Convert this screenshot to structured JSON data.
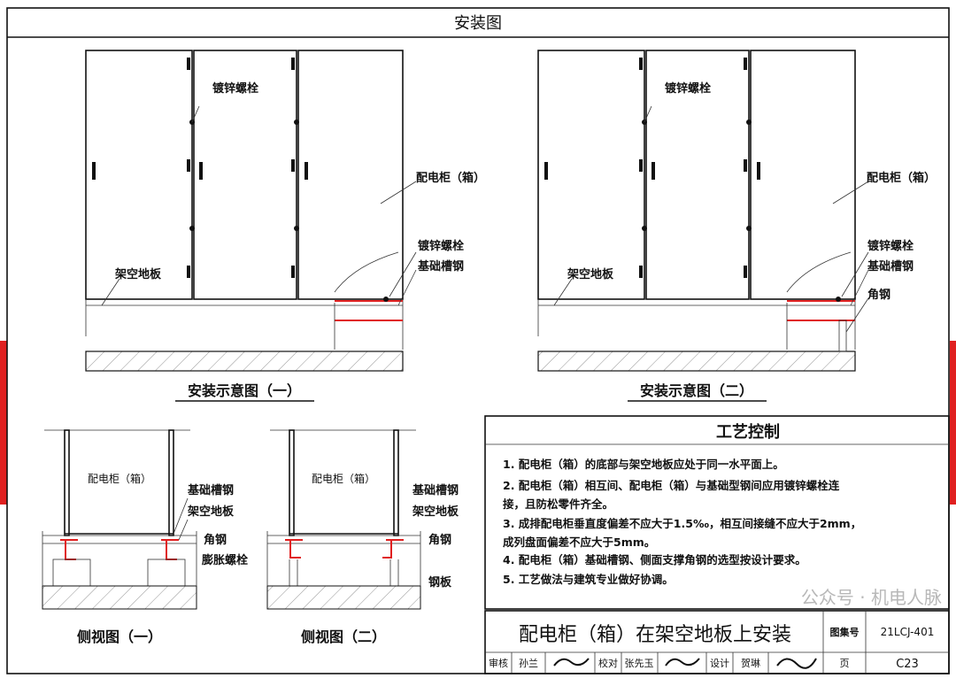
{
  "header": {
    "title": "安装图"
  },
  "elevation1": {
    "caption": "安装示意图（一）",
    "labels": {
      "bolt_top": "镀锌螺栓",
      "cabinet": "配电柜（箱）",
      "bolt_bottom": "镀锌螺栓",
      "channel": "基础槽钢",
      "raised_floor": "架空地板"
    }
  },
  "elevation2": {
    "caption": "安装示意图（二）",
    "labels": {
      "bolt_top": "镀锌螺栓",
      "cabinet": "配电柜（箱）",
      "bolt_bottom": "镀锌螺栓",
      "channel": "基础槽钢",
      "angle": "角钢",
      "raised_floor": "架空地板"
    }
  },
  "side1": {
    "caption": "侧视图（一）",
    "labels": {
      "cabinet": "配电柜（箱）",
      "channel": "基础槽钢",
      "raised_floor": "架空地板",
      "angle": "角钢",
      "anchor": "膨胀螺栓"
    }
  },
  "side2": {
    "caption": "侧视图（二）",
    "labels": {
      "cabinet": "配电柜（箱）",
      "channel": "基础槽钢",
      "raised_floor": "架空地板",
      "angle": "角钢",
      "plate": "钢板"
    }
  },
  "process": {
    "title": "工艺控制",
    "items": [
      "1.  配电柜（箱）的底部与架空地板应处于同一水平面上。",
      "2.  配电柜（箱）相互间、配电柜（箱）与基础型钢间应用镀锌螺栓连",
      "     接，且防松零件齐全。",
      "3.  成排配电柜垂直度偏差不应大于1.5‰，相互间接缝不应大于2mm，",
      "     成列盘面偏差不应大于5mm。",
      "4.  配电柜（箱）基础槽钢、侧面支撑角钢的选型按设计要求。",
      "5.  工艺做法与建筑专业做好协调。"
    ]
  },
  "title_block": {
    "drawing_title": "配电柜（箱）在架空地板上安装",
    "atlas_label": "图集号",
    "atlas_no": "21LCJ-401",
    "review_label": "审核",
    "reviewer": "孙兰",
    "check_label": "校对",
    "checker": "张先玉",
    "design_label": "设计",
    "designer": "贺琳",
    "page_label": "页",
    "page_no": "C23",
    "watermark": "公众号 · 机电人脉"
  },
  "colors": {
    "accent_red": "#e02020",
    "line": "#111111"
  }
}
